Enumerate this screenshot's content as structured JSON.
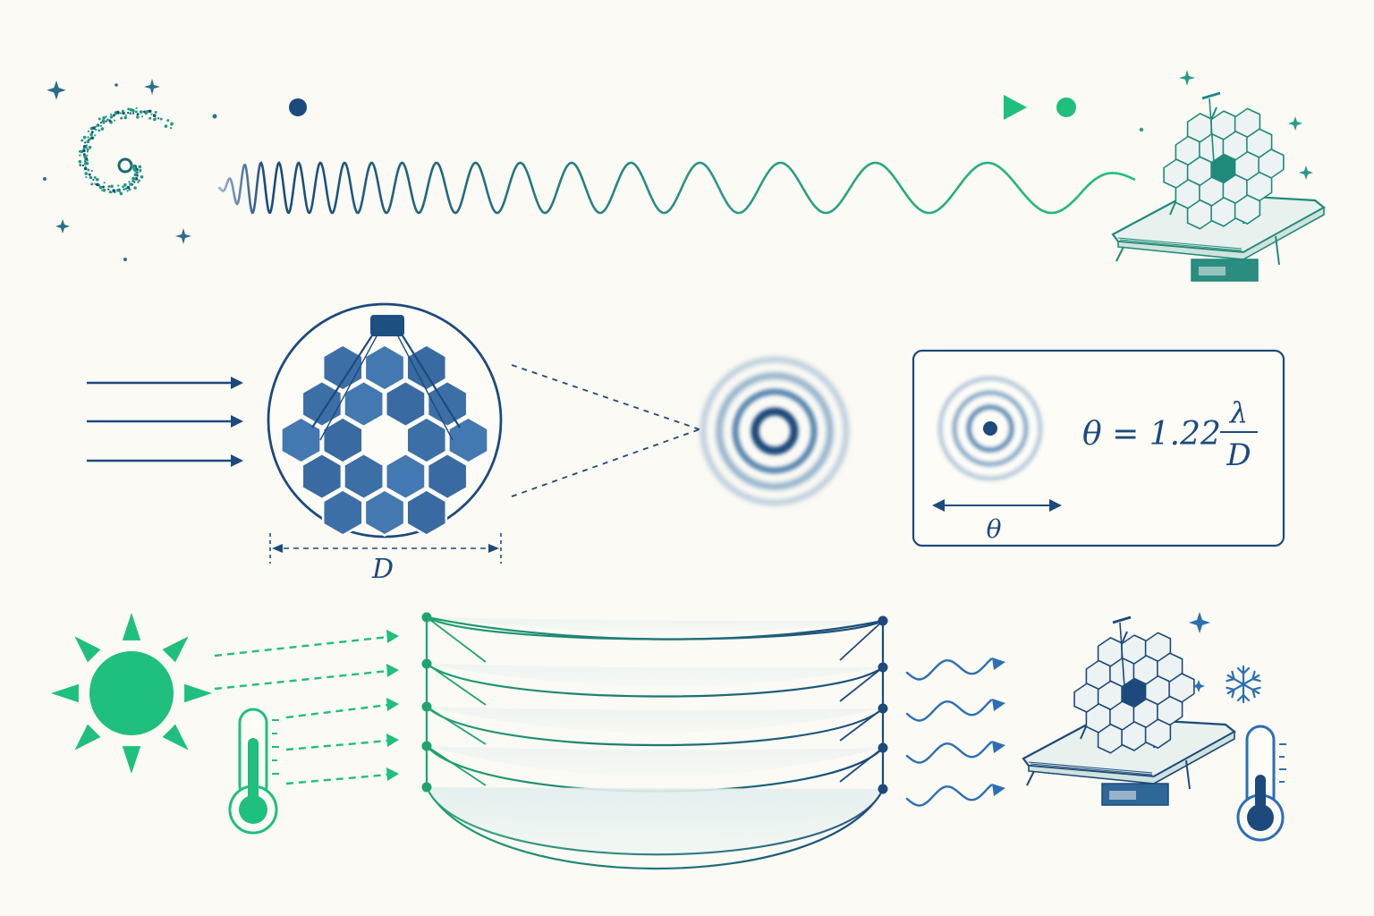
{
  "colors": {
    "navy": "#1c4a7c",
    "blue": "#3f6fa5",
    "green": "#1fbf7e",
    "teal": "#2a9a84",
    "background": "#fbfaf4"
  },
  "icons": [
    "galaxy-icon",
    "telescope-icon",
    "sun-icon",
    "thermometer-hot-icon",
    "thermometer-cold-icon",
    "snowflake-icon",
    "sparkle-icon"
  ],
  "resolution": {
    "diameter_label": "D",
    "angle_label": "θ",
    "formula": {
      "lhs": "θ = 1.22",
      "numerator": "λ",
      "denominator": "D"
    }
  }
}
